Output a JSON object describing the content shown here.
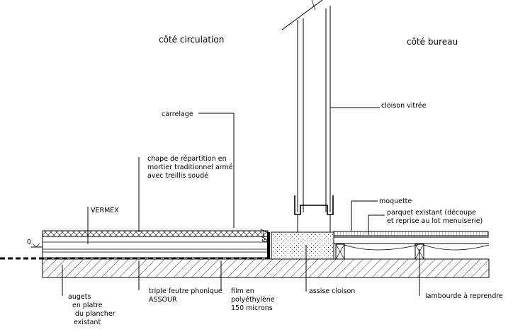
{
  "sides": {
    "left": "côté circulation",
    "right": "côté bureau"
  },
  "labels": {
    "cloison_vitree": "cloison vitrée",
    "carrelage": "carrelage",
    "chape_1": "chape de répartition en",
    "chape_2": "mortier traditionnel armé",
    "chape_3": "avec treillis soudé",
    "vermex": "VERMEX",
    "moquette": "moquette",
    "parquet_1": "parquet existant (découpe",
    "parquet_2": "et reprise au lot menuiserie)",
    "zero": "0",
    "dim_6": "6",
    "augets_1": "augets",
    "augets_2": "en platre",
    "augets_3": "du plancher",
    "augets_4": "existant",
    "feutre_1": "triple feutre phonique",
    "feutre_2": "ASSOUR",
    "film_1": "film en",
    "film_2": "polyéthylène",
    "film_3": "150 microns",
    "assise": "assise cloison",
    "lambourde": "lambourde à reprendre"
  }
}
